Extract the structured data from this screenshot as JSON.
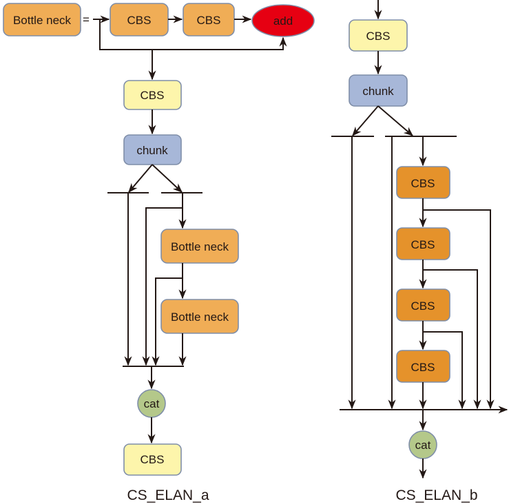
{
  "colors": {
    "bottleneck_fill": "#f0ad56",
    "cbs_orange_fill": "#f0ad56",
    "cbs_yellow_fill": "#fdf5ab",
    "cbs_dark_orange_fill": "#e5922b",
    "chunk_fill": "#a7b7d8",
    "add_fill": "#e60012",
    "cat_fill": "#b4c88a",
    "line": "#231815",
    "border": "#7f8ea8"
  },
  "legend": {
    "bottleneck_label": "Bottle neck",
    "equals": "=",
    "cbs1": "CBS",
    "cbs2": "CBS",
    "add": "add"
  },
  "diagram_a": {
    "title": "CS_ELAN_a",
    "cbs_top": "CBS",
    "chunk": "chunk",
    "bottleneck1": "Bottle neck",
    "bottleneck2": "Bottle neck",
    "cat": "cat",
    "cbs_bottom": "CBS"
  },
  "diagram_b": {
    "title": "CS_ELAN_b",
    "cbs_top": "CBS",
    "chunk": "chunk",
    "cbs_chain": [
      "CBS",
      "CBS",
      "CBS",
      "CBS"
    ],
    "cat": "cat"
  }
}
